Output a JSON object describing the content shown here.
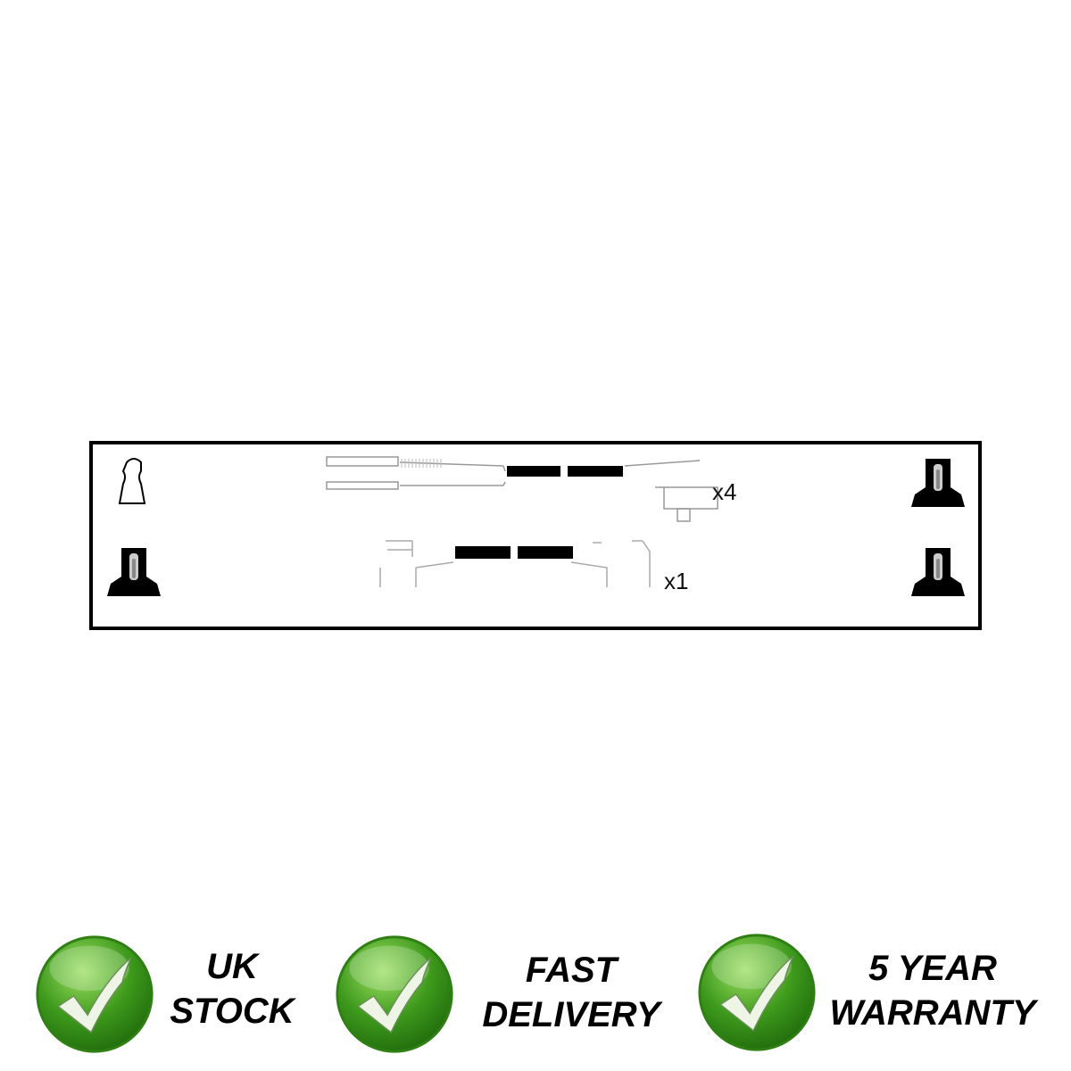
{
  "diagram": {
    "rows": [
      {
        "quantity_label": "x4"
      },
      {
        "quantity_label": "x1"
      }
    ]
  },
  "badges": [
    {
      "line1": "UK",
      "line2": "STOCK",
      "icon": "green-checkmark-icon"
    },
    {
      "line1": "FAST",
      "line2": "DELIVERY",
      "icon": "green-checkmark-icon"
    },
    {
      "line1": "5 YEAR",
      "line2": "WARRANTY",
      "icon": "green-checkmark-icon"
    }
  ],
  "colors": {
    "badge_green": "#3e9a1c",
    "badge_light": "#8fd45a",
    "frame": "#000000"
  }
}
